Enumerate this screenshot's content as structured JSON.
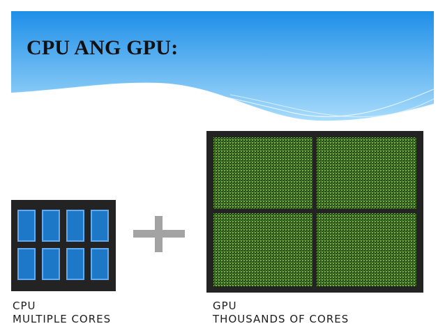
{
  "slide": {
    "title": "CPU ANG GPU:",
    "cpu_label": "CPU",
    "cpu_caption": "MULTIPLE CORES",
    "gpu_label": "GPU",
    "gpu_caption": "THOUSANDS OF CORES",
    "cpu_core_count": 8,
    "gpu_quadrant_count": 4,
    "colors": {
      "banner_top": "#1e8fe8",
      "banner_bottom": "#a9dcfb",
      "cpu_core": "#1e78c8",
      "gpu_core": "#7cc63a",
      "chip": "#232323",
      "plus": "#a3a3a3"
    },
    "icons": {
      "plus": "plus-icon"
    }
  }
}
